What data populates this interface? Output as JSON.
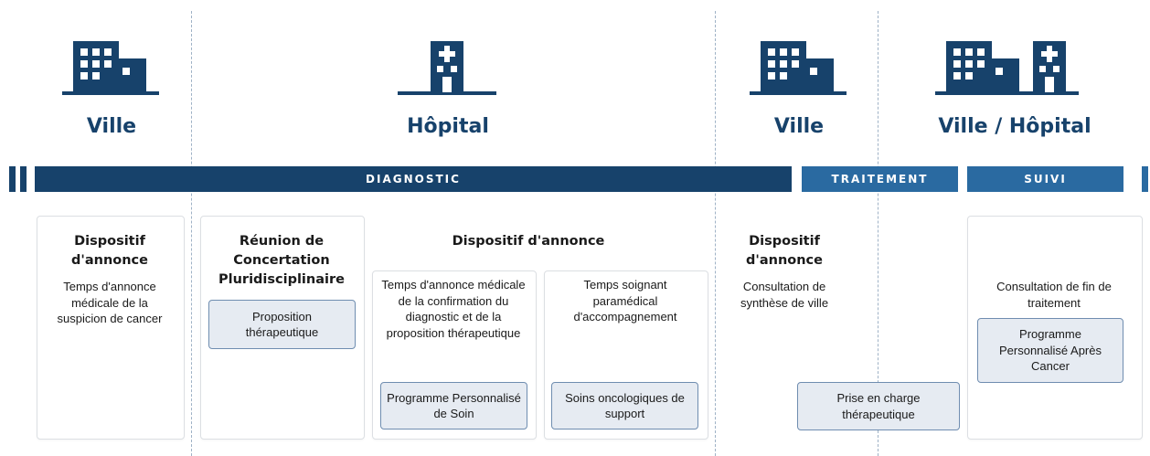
{
  "colors": {
    "navy": "#17426b",
    "band_mid": "#2a6aa1",
    "pill_bg": "#e6ebf2",
    "pill_border": "#6f8db0",
    "dash": "#9fb2c6"
  },
  "locations": {
    "ville_1": "Ville",
    "hopital": "Hôpital",
    "ville_2": "Ville",
    "ville_hopital": "Ville / Hôpital"
  },
  "phases": {
    "diagnostic": "DIAGNOSTIC",
    "traitement": "TRAITEMENT",
    "suivi": "SUIVI"
  },
  "card_ville": {
    "title": "Dispositif d'annonce",
    "text": "Temps d'annonce médicale de la suspicion de cancer"
  },
  "card_rcp": {
    "title": "Réunion de Concertation Pluridisciplinaire",
    "pill": "Proposition thérapeutique"
  },
  "card_hopital_annonce": {
    "title": "Dispositif d'annonce",
    "left_text": "Temps d'annonce médicale de la confirmation du diagnostic et de la proposition thérapeutique",
    "left_pill": "Programme Personnalisé de Soin",
    "right_text": "Temps soignant paramédical d'accompagnement",
    "right_pill": "Soins oncologiques de support"
  },
  "card_ville_2": {
    "title": "Dispositif d'annonce",
    "text": "Consultation de synthèse de ville",
    "pill": "Prise en charge thérapeutique"
  },
  "card_suivi": {
    "text": "Consultation de fin de traitement",
    "pill": "Programme Personnalisé Après Cancer"
  },
  "icons": [
    "buildings-icon",
    "hospital-icon",
    "buildings-icon",
    "buildings-icon",
    "hospital-icon"
  ]
}
